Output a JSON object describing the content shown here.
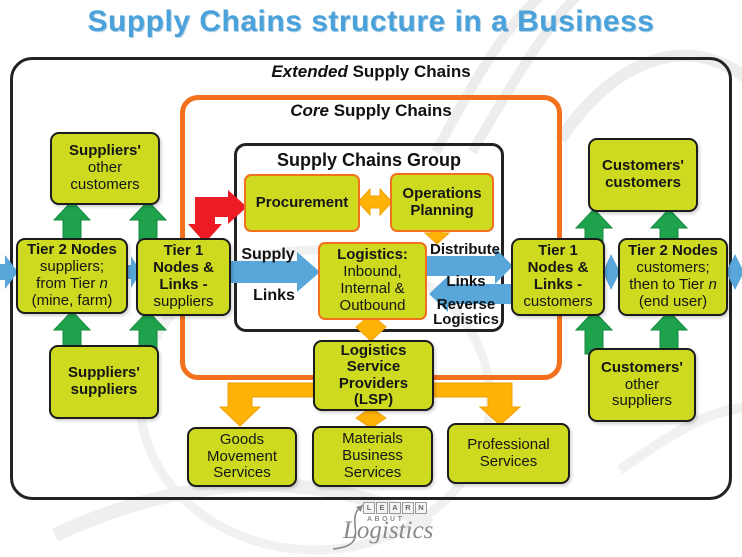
{
  "title": "Supply Chains structure in a Business",
  "frames": {
    "extended_italic": "Extended",
    "extended_rest": " Supply Chains",
    "core_italic": "Core",
    "core_rest": " Supply Chains",
    "group": "Supply Chains Group"
  },
  "arrow_labels": {
    "supply": "Supply",
    "links_supply": "Links",
    "distribute": "Distribute",
    "links_distribute": "Links",
    "reverse_line1": "Reverse",
    "reverse_line2": "Logistics"
  },
  "boxes": {
    "suppliers_other_customers": {
      "l1": "Suppliers'",
      "l2": "other",
      "l3": "customers"
    },
    "tier2_suppliers": {
      "l1": "Tier 2 Nodes",
      "l2": "suppliers;",
      "l3a": "from Tier ",
      "l3b": "n",
      "l4": "(mine, farm)"
    },
    "tier1_suppliers": {
      "l1": "Tier 1",
      "l2": "Nodes &",
      "l3": "Links -",
      "l4": "suppliers"
    },
    "suppliers_suppliers": {
      "l1": "Suppliers'",
      "l2": "suppliers"
    },
    "procurement": {
      "l1": "Procurement"
    },
    "operations_planning": {
      "l1": "Operations",
      "l2": "Planning"
    },
    "logistics": {
      "l1": "Logistics:",
      "l2": "Inbound,",
      "l3": "Internal &",
      "l4": "Outbound"
    },
    "customers_customers": {
      "l1": "Customers'",
      "l2": "customers"
    },
    "tier1_customers": {
      "l1": "Tier 1",
      "l2": "Nodes &",
      "l3": "Links -",
      "l4": "customers"
    },
    "tier2_customers": {
      "l1": "Tier 2 Nodes",
      "l2": "customers;",
      "l3a": "then to Tier ",
      "l3b": "n",
      "l4": "(end user)"
    },
    "customers_other_suppliers": {
      "l1": "Customers'",
      "l2": "other",
      "l3": "suppliers"
    },
    "lsp": {
      "l1": "Logistics",
      "l2": "Service",
      "l3": "Providers",
      "l4": "(LSP)"
    },
    "goods_movement": {
      "l1": "Goods",
      "l2": "Movement",
      "l3": "Services"
    },
    "materials_business": {
      "l1": "Materials",
      "l2": "Business",
      "l3": "Services"
    },
    "professional_services": {
      "l1": "Professional",
      "l2": "Services"
    }
  },
  "logo": {
    "learn": "LEARN",
    "about": "ABOUT",
    "brand": "Logistics"
  },
  "colors": {
    "title_blue": "#4BA1D9",
    "box_fill": "#CDDA1F",
    "box_border_black": "#1C1C1C",
    "inner_border_orange": "#F3701D",
    "core_border_orange": "#F3701D",
    "arrow_green": "#1EA34C",
    "arrow_blue": "#58A6DA",
    "arrow_amber": "#FFB206",
    "arrow_red": "#ED1C24"
  }
}
